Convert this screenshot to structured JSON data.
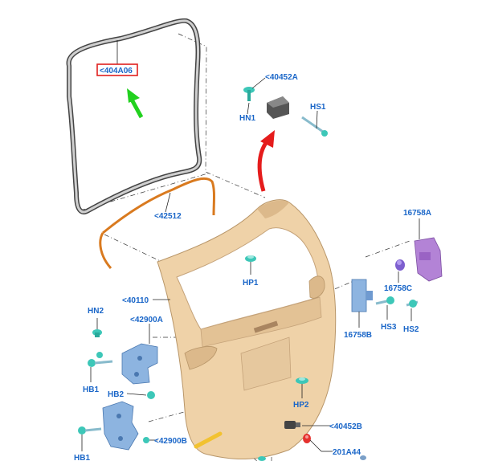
{
  "labels": {
    "seal": "<404A06",
    "bracket_top": "<40452A",
    "hn1": "HN1",
    "hs1": "HS1",
    "moulding": "<42512",
    "latch": "16758A",
    "hp1": "HP1",
    "latch_c": "16758C",
    "door": "<40110",
    "hn2": "HN2",
    "hinge_a": "<42900A",
    "latch_b": "16758B",
    "hs3": "HS3",
    "hs2": "HS2",
    "hb1_top": "HB1",
    "hb2": "HB2",
    "hp2": "HP2",
    "bracket_bottom": "<40452B",
    "hinge_b": "<42900B",
    "part_201": "201A44",
    "hb1_bottom": "HB1"
  },
  "colors": {
    "label_text": "#1a66c8",
    "highlight_box": "#e0201e",
    "arrow_green": "#22d11f",
    "arrow_red": "#e51c1c",
    "door_panel": "#efd2a8",
    "moulding": "#d97a1f",
    "hinge": "#8db4e0",
    "latch": "#b383d6",
    "fastener": "#3dc7b8"
  }
}
